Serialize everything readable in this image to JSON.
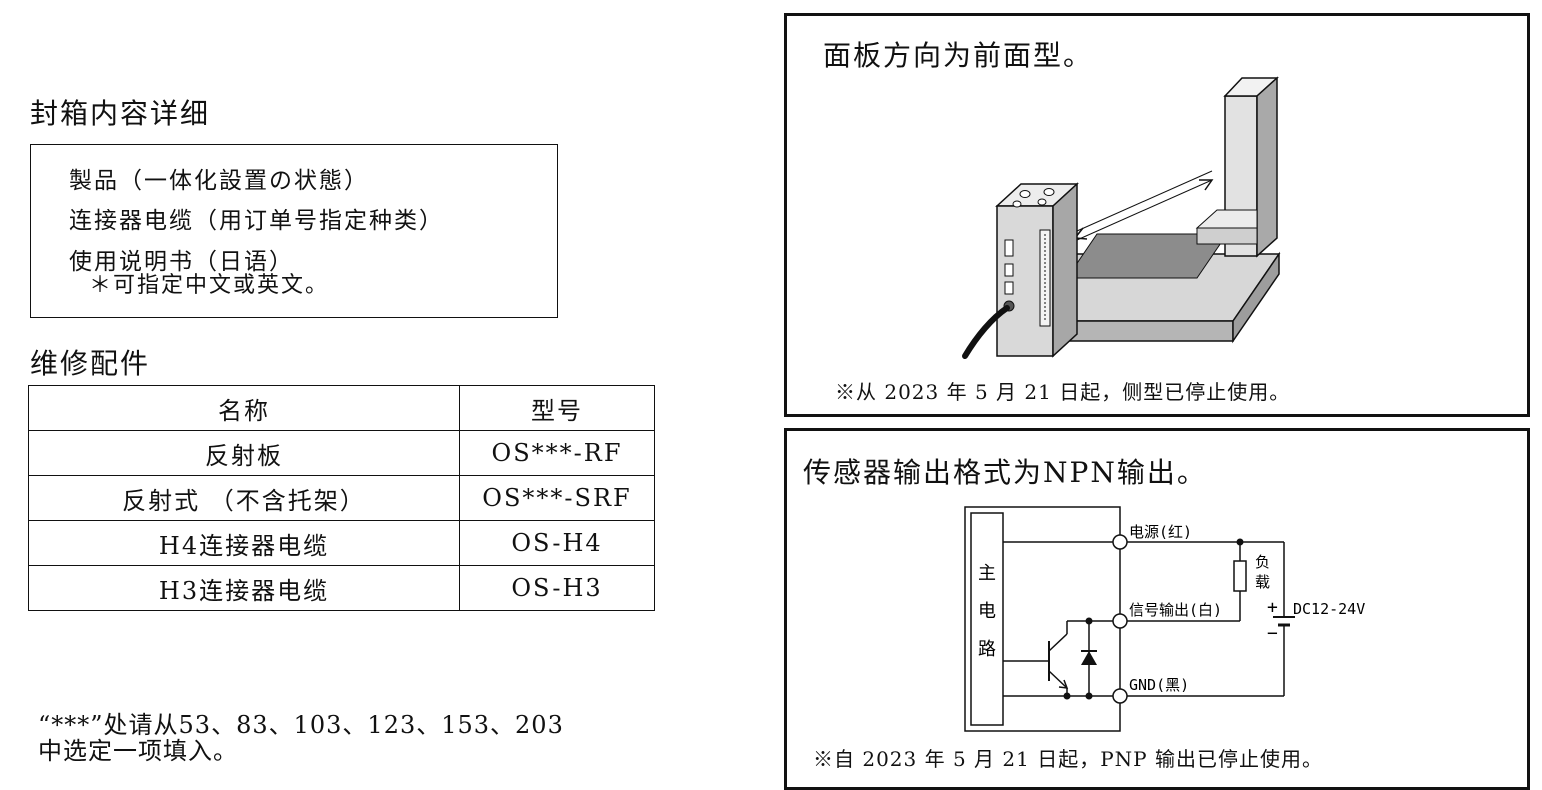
{
  "packing": {
    "title": "封箱内容详细",
    "items": [
      "製品（一体化設置の状態）",
      "连接器电缆（用订单号指定种类）",
      "使用说明书（日语）",
      "＊可指定中文或英文。"
    ]
  },
  "parts": {
    "title": "维修配件",
    "header": {
      "name": "名称",
      "model": "型号"
    },
    "rows": [
      {
        "name": "反射板",
        "model": "OS***-RF"
      },
      {
        "name": "反射式 （不含托架）",
        "model": "OS***-SRF"
      },
      {
        "name": "H4连接器电缆",
        "model": "OS-H4"
      },
      {
        "name": "H3连接器电缆",
        "model": "OS-H3"
      }
    ]
  },
  "footnote": {
    "line1": "“***”处请从53、83、103、123、153、203",
    "line2": "中选定一项填入。"
  },
  "panel_front": {
    "title": "面板方向为前面型。",
    "note": "※从 2023 年 5 月 21 日起，侧型已停止使用。"
  },
  "panel_output": {
    "title": "传感器输出格式为NPN输出。",
    "note": "※自 2023 年 5 月 21 日起，PNP 输出已停止使用。",
    "circuit": {
      "main_label": [
        "主",
        "电",
        "路"
      ],
      "power": "电源(红)",
      "signal": "信号输出(白)",
      "gnd": "GND(黑)",
      "load": [
        "负",
        "载"
      ],
      "plus": "+",
      "minus": "−",
      "supply": "DC12-24V"
    }
  }
}
